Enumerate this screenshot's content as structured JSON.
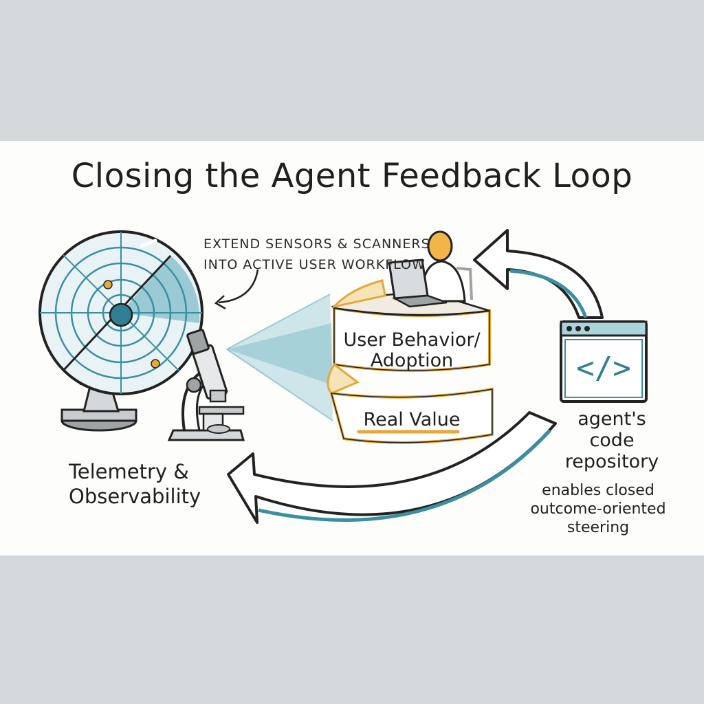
{
  "title": "Closing the Agent Feedback Loop",
  "annotation": {
    "line1": "EXTEND SENSORS & SCANNERS",
    "line2": "INTO ACTIVE USER WORKFLOW"
  },
  "bands": {
    "top_line1": "User Behavior/",
    "top_line2": "Adoption",
    "bottom": "Real Value"
  },
  "telemetry": {
    "line1": "Telemetry &",
    "line2": "Observability"
  },
  "repository": {
    "line1": "agent's",
    "line2": "code",
    "line3": "repository",
    "code_glyph": "</>"
  },
  "steering": {
    "line1": "enables closed",
    "line2": "outcome-oriented",
    "line3": "steering"
  },
  "colors": {
    "teal": "#3a8fa0",
    "light_teal": "#a8d4da",
    "gold": "#e3a93a",
    "ink": "#1f1f1f"
  }
}
